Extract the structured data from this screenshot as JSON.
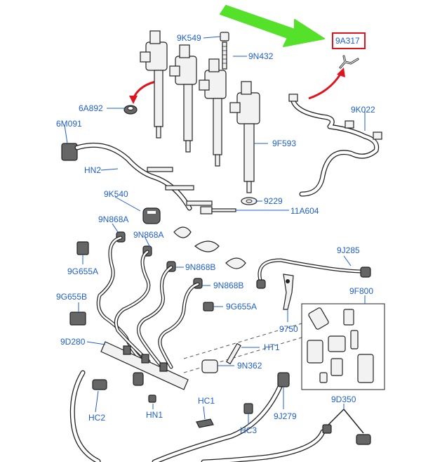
{
  "highlight_color": "#e0141e",
  "label_color": "#1f5fcc",
  "pointer_arrow_color": "#55e02a",
  "highlighted_part": "9A317",
  "callouts": {
    "c9K549": "9K549",
    "c9N432": "9N432",
    "c9A317": "9A317",
    "c6A892": "6A892",
    "c9K022": "9K022",
    "c6M091": "6M091",
    "c9F593": "9F593",
    "cHN2": "HN2",
    "c9K540": "9K540",
    "c9229": "9229",
    "c11A604": "11A604",
    "c9N868A_1": "9N868A",
    "c9N868A_2": "9N868A",
    "c9J285": "9J285",
    "c9G655A_1": "9G655A",
    "c9N868B_1": "9N868B",
    "c9N868B_2": "9N868B",
    "c9F800": "9F800",
    "c9G655B": "9G655B",
    "c9G655A_2": "9G655A",
    "c9750": "9750",
    "c9D280": "9D280",
    "cHT1": "HT1",
    "c9N362": "9N362",
    "cHC1": "HC1",
    "c9J279": "9J279",
    "c9D350": "9D350",
    "cHC2": "HC2",
    "cHN1": "HN1",
    "cHC3": "HC3"
  }
}
